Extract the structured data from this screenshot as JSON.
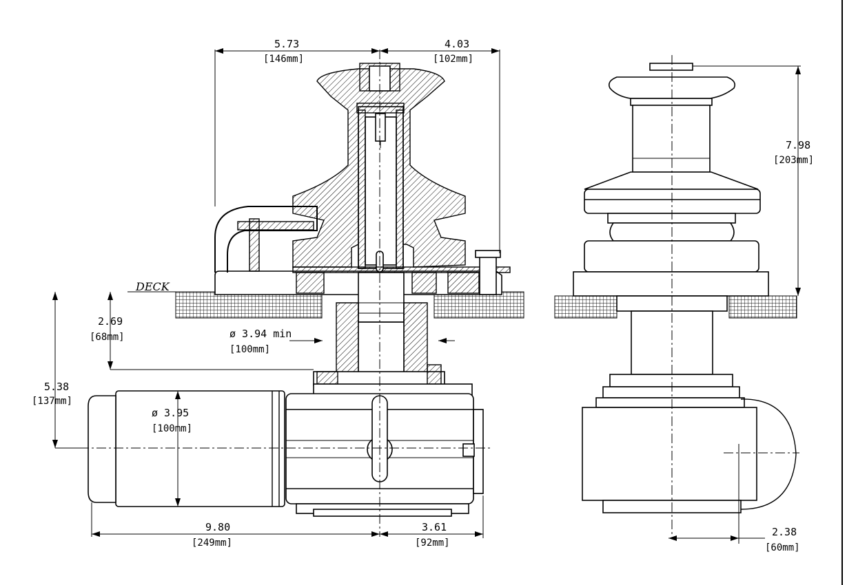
{
  "labels": {
    "deck": "DECK"
  },
  "dimensions": {
    "top_width": {
      "value": "5.73",
      "metric": "[146mm]"
    },
    "top_right": {
      "value": "4.03",
      "metric": "[102mm]"
    },
    "height_right": {
      "value": "7.98",
      "metric": "[203mm]"
    },
    "below_deck": {
      "value": "2.69",
      "metric": "[68mm]"
    },
    "hole_dia": {
      "value": "ø 3.94 min",
      "metric": "[100mm]"
    },
    "motor_dia": {
      "value": "ø 3.95",
      "metric": "[100mm]"
    },
    "motor_axis": {
      "value": "5.38",
      "metric": "[137mm]"
    },
    "motor_length": {
      "value": "9.80",
      "metric": "[249mm]"
    },
    "gearbox": {
      "value": "3.61",
      "metric": "[92mm]"
    },
    "offset": {
      "value": "2.38",
      "metric": "[60mm]"
    }
  }
}
